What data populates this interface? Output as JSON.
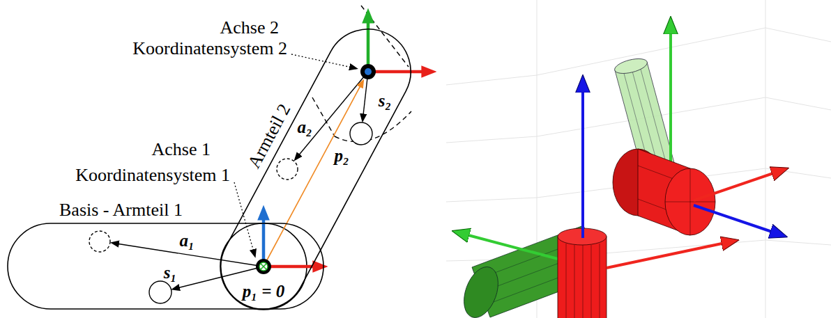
{
  "diagram": {
    "nodes": [
      {
        "text": [
          "Basis - Armteil 1"
        ]
      },
      {
        "text": [
          "Armteil 2"
        ]
      }
    ],
    "labels": [
      "Achse 2",
      "Koordinatensystem 2",
      "Achse 1",
      "Koordinatensystem 1",
      "a₁",
      "s₁",
      "p₁ = 0",
      "p₂",
      "a₂",
      "s₂"
    ]
  }
}
